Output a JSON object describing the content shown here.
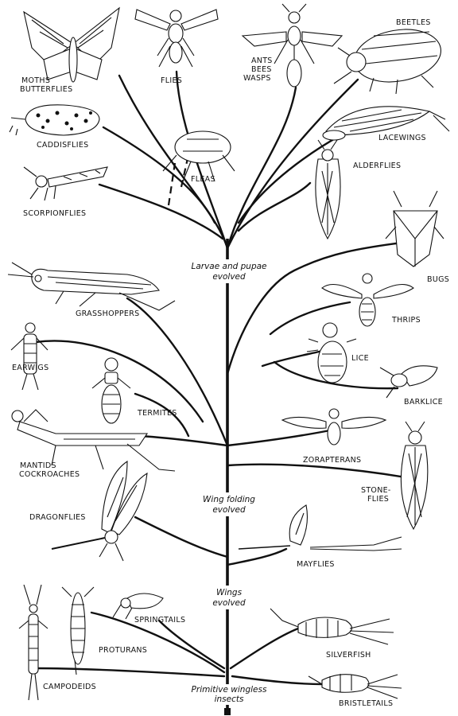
{
  "labels": {
    "moths": [
      "MOTHS",
      "BUTTERFLIES"
    ],
    "flies": "FLIES",
    "ants": [
      "ANTS",
      "BEES",
      "WASPS"
    ],
    "beetles": "BEETLES",
    "caddisflies": "CADDISFLIES",
    "lacewings": "LACEWINGS",
    "alderflies": "ALDERFLIES",
    "fleas": "FLEAS",
    "scorpionflies": "SCORPIONFLIES",
    "bugs": "BUGS",
    "grasshoppers": "GRASSHOPPERS",
    "thrips": "THRIPS",
    "lice": "LICE",
    "earwigs": "EARWIGS",
    "barklice": "BARKLICE",
    "termites": "TERMITES",
    "mantids": [
      "MANTIDS",
      "COCKROACHES"
    ],
    "zorapterans": "ZORAPTERANS",
    "stoneflies": [
      "STONE-",
      "FLIES"
    ],
    "dragonflies": "DRAGONFLIES",
    "mayflies": "MAYFLIES",
    "springtails": "SPRINGTAILS",
    "proturans": "PROTURANS",
    "silverfish": "SILVERFISH",
    "campodeids": "CAMPODEIDS",
    "bristletails": "BRISTLETAILS"
  },
  "evolution_steps": {
    "larvae": [
      "Larvae and pupae",
      "evolved"
    ],
    "wing_folding": [
      "Wing folding",
      "evolved"
    ],
    "wings": [
      "Wings",
      "evolved"
    ],
    "primitive": [
      "Primitive wingless",
      "insects"
    ]
  }
}
